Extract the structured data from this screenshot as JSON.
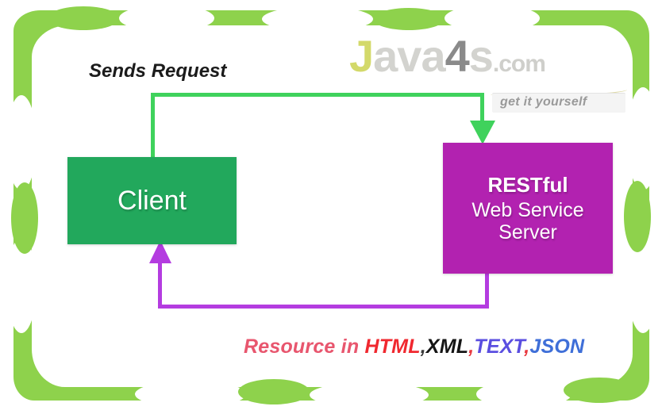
{
  "diagram": {
    "title": "RESTful Web Service request/response flow",
    "frame_color": "#8ed24c",
    "background": "#ffffff"
  },
  "watermark": {
    "j": "J",
    "ava": "ava",
    "four": "4",
    "s": "s",
    "dotcom": ".com",
    "tagline": "get it yourself",
    "colors": {
      "j": "#d3d96a",
      "ava": "#d3d3cf",
      "four": "#8a8a8a",
      "s": "#d3d3cf",
      "dotcom": "#cfcfcb",
      "tagline": "#9a9a9a"
    }
  },
  "labels": {
    "sends_request": "Sends Request"
  },
  "nodes": [
    {
      "id": "client",
      "label": "Client",
      "color": "#22a85c",
      "text_color": "#ffffff"
    },
    {
      "id": "server",
      "line1": "RESTful",
      "line2": "Web Service",
      "line3": "Server",
      "color": "#b222b0",
      "text_color": "#ffffff"
    }
  ],
  "connectors": [
    {
      "id": "request-arrow",
      "from": "client",
      "to": "server",
      "direction": "down",
      "color": "#3fd25c",
      "label": "Sends Request"
    },
    {
      "id": "response-arrow",
      "from": "server",
      "to": "client",
      "direction": "up",
      "color": "#b43ce0",
      "label": "Resource in HTML,XML,TEXT,JSON"
    }
  ],
  "caption": {
    "prefix": "Resource in ",
    "parts": [
      {
        "text": "HTML",
        "color": "#f0282f"
      },
      {
        "text": ",",
        "color": "#3a3a3a"
      },
      {
        "text": "XML",
        "color": "#151515"
      },
      {
        "text": ",",
        "color": "#e8383f"
      },
      {
        "text": "TEXT",
        "color": "#5a4ee0"
      },
      {
        "text": ",",
        "color": "#e8383f"
      },
      {
        "text": "JSON",
        "color": "#3f6fd8"
      }
    ],
    "prefix_color": "#e8566e",
    "full_text": "Resource in HTML,XML,TEXT,JSON"
  }
}
